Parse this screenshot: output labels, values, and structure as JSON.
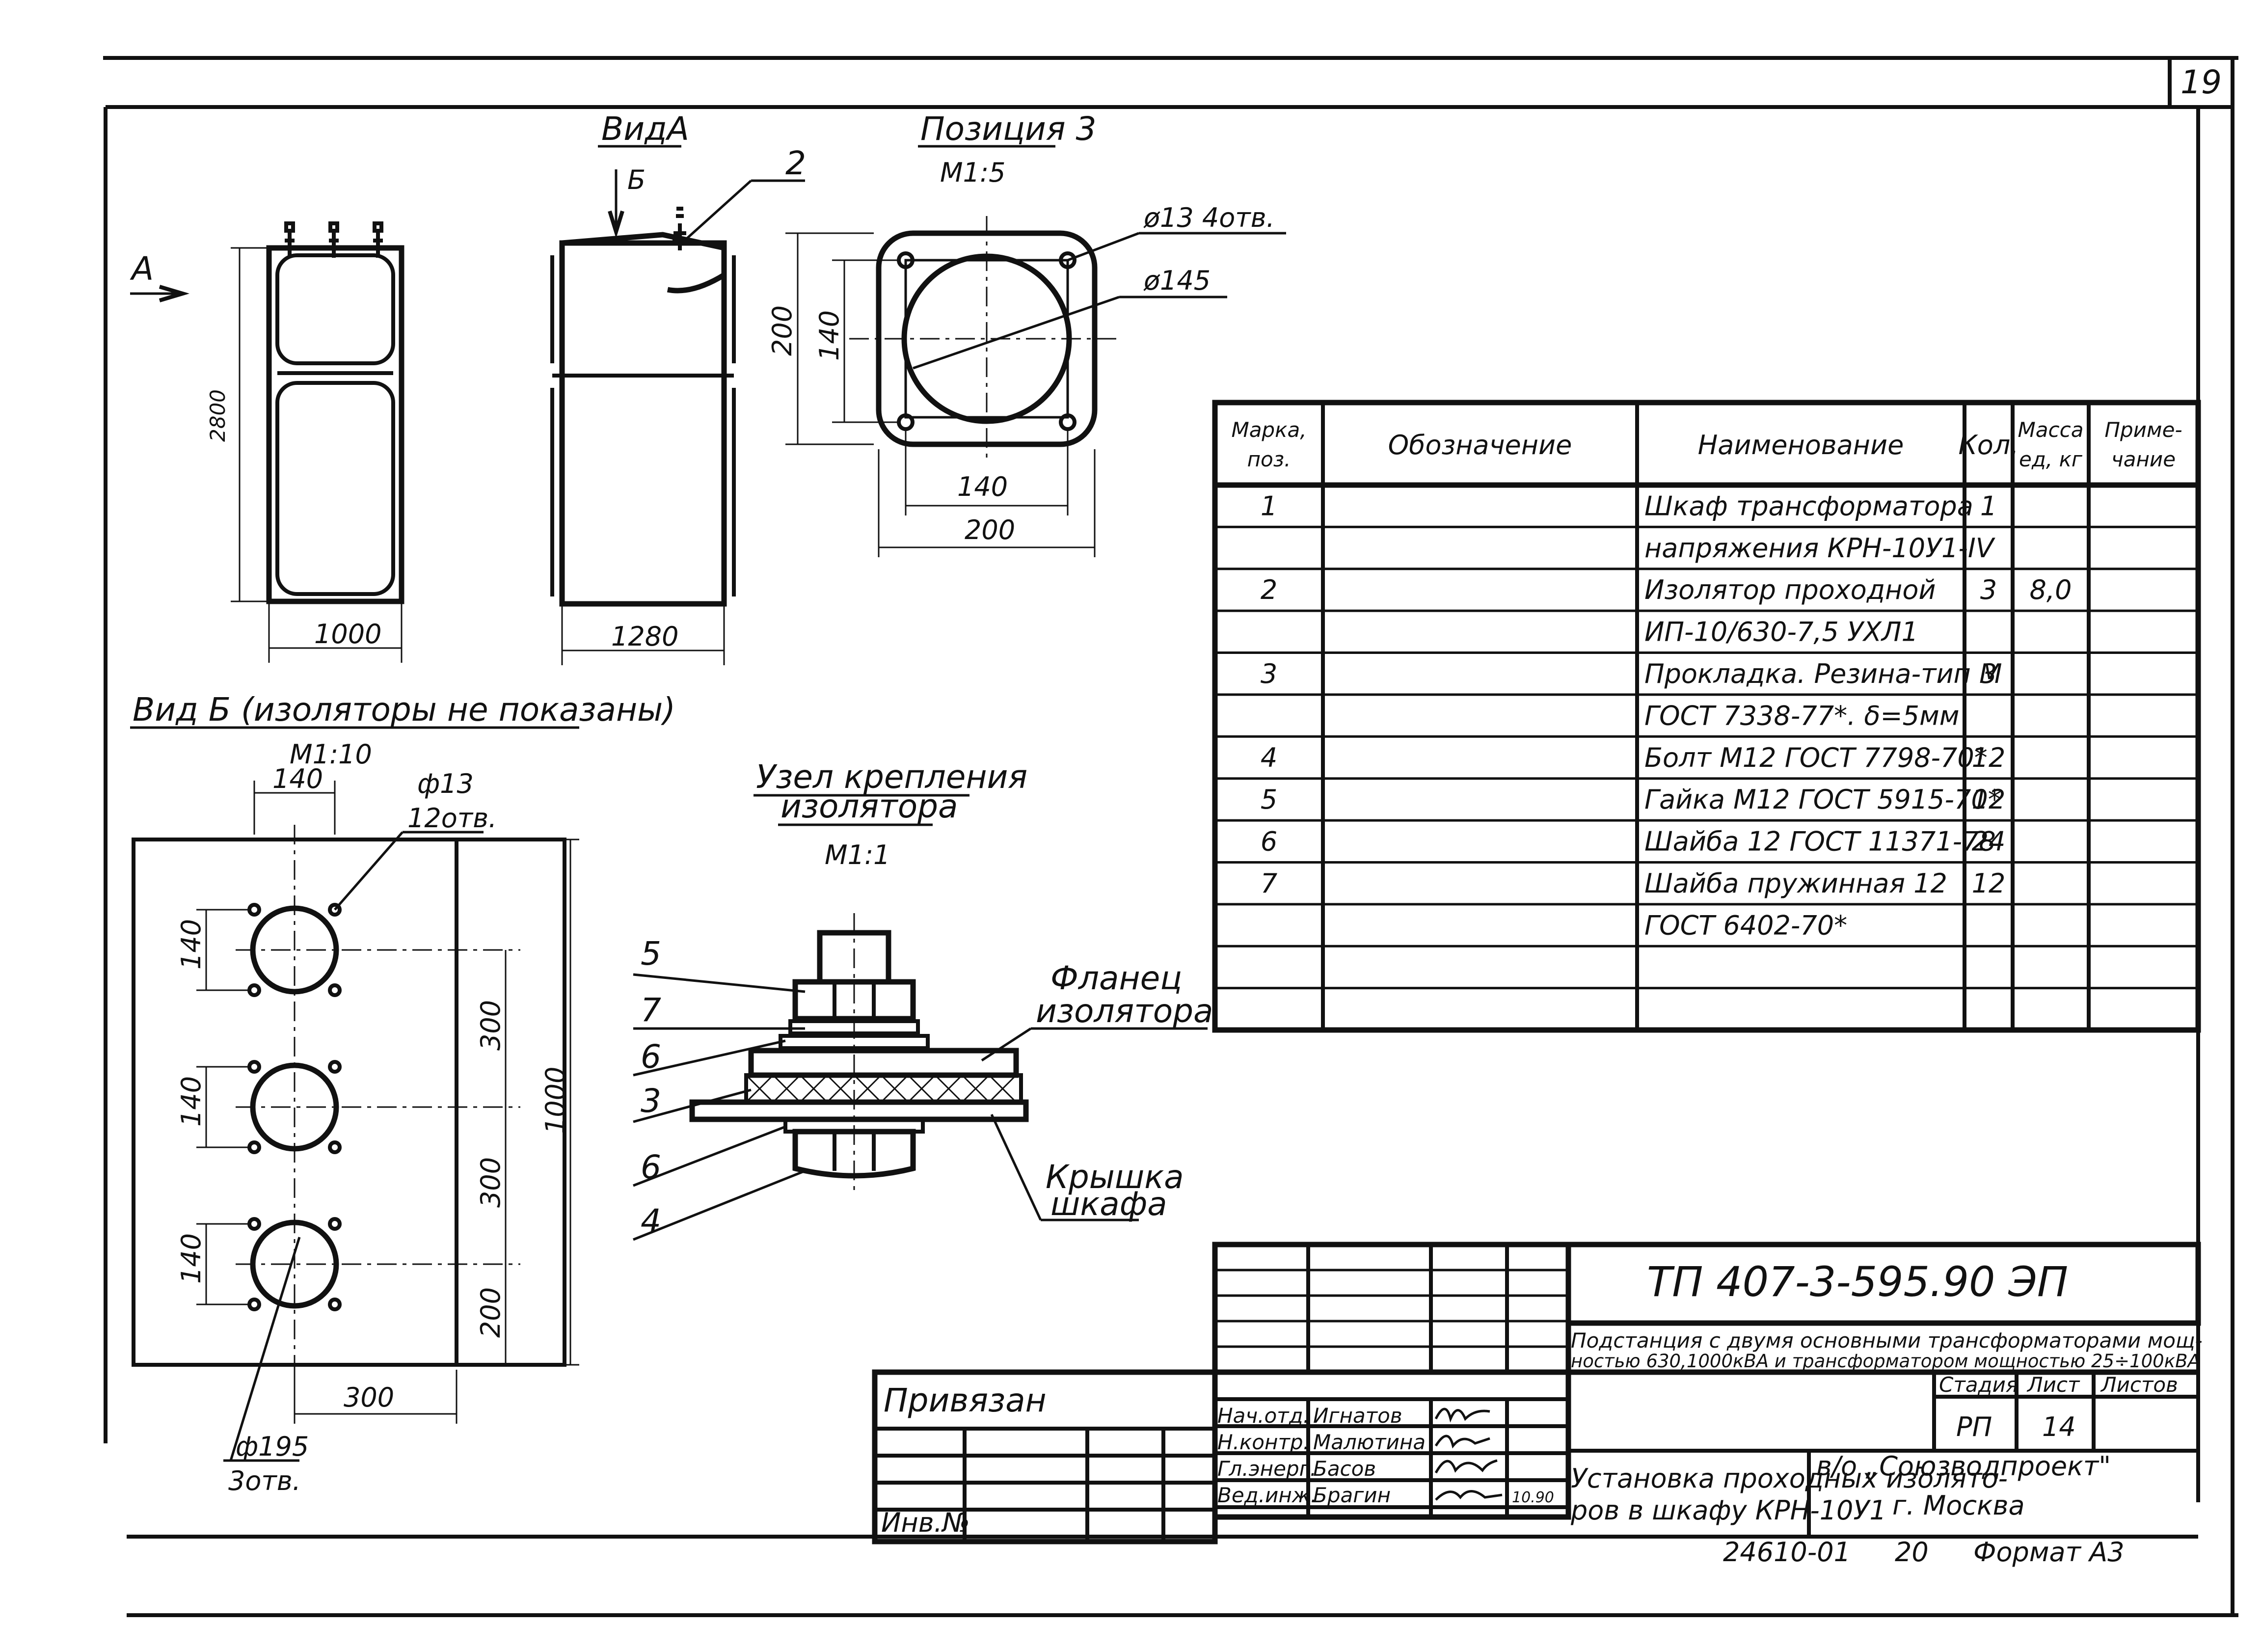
{
  "page_number": "19",
  "views": {
    "view_a": {
      "title": "ВидА",
      "arrow_a": "А",
      "arrow_b": "Б",
      "callout": "2",
      "dim_height": "2800",
      "dim_width_front": "1000",
      "dim_width_side": "1280"
    },
    "position3": {
      "title": "Позиция 3",
      "scale": "М1:5",
      "holes": "ø13 4отв.",
      "diameter": "ø145",
      "dim_outer_v": "200",
      "dim_inner_v": "140",
      "dim_inner_h": "140",
      "dim_outer_h": "200"
    },
    "view_b": {
      "title": "Вид Б (изоляторы не показаны)",
      "scale": "М1:10",
      "dim_top": "140",
      "holes": "ф13",
      "holes_count": "12отв.",
      "dim_140_1": "140",
      "dim_140_2": "140",
      "dim_140_3": "140",
      "dim_300_1": "300",
      "dim_300_2": "300",
      "dim_200": "200",
      "dim_1000": "1000",
      "dim_bottom": "300",
      "big_holes": "ф195",
      "big_holes_count": "3отв."
    },
    "mount_node": {
      "title_line1": "Узел крепления",
      "title_line2": "изолятора",
      "scale": "М1:1",
      "flange_line1": "Фланец",
      "flange_line2": "изолятора",
      "cover_line1": "Крышка",
      "cover_line2": "шкафа",
      "callouts": [
        "5",
        "7",
        "6",
        "3",
        "6",
        "4"
      ]
    }
  },
  "spec_table": {
    "headers": [
      "Марка, поз.",
      "Обозначение",
      "Наименование",
      "Кол.",
      "Масса ед, кг",
      "Примечание"
    ],
    "header_lines": [
      [
        "Марка,",
        "поз."
      ],
      [
        "Обозначение"
      ],
      [
        "Наименование"
      ],
      [
        "Кол."
      ],
      [
        "Масса",
        "ед, кг"
      ],
      [
        "Приме-",
        "чание"
      ]
    ],
    "rows": [
      {
        "pos": "1",
        "name": "Шкаф трансформатора",
        "qty": "1",
        "mass": ""
      },
      {
        "pos": "",
        "name": "напряжения КРН-10У1-IV",
        "qty": "",
        "mass": ""
      },
      {
        "pos": "2",
        "name": "Изолятор проходной",
        "qty": "3",
        "mass": "8,0"
      },
      {
        "pos": "",
        "name": "ИП-10/630-7,5 УХЛ1",
        "qty": "",
        "mass": ""
      },
      {
        "pos": "3",
        "name": "Прокладка. Резина-тип М",
        "qty": "3",
        "mass": ""
      },
      {
        "pos": "",
        "name": "ГОСТ 7338-77*. δ=5мм",
        "qty": "",
        "mass": ""
      },
      {
        "pos": "4",
        "name": "Болт М12 ГОСТ 7798-70*",
        "qty": "12",
        "mass": ""
      },
      {
        "pos": "5",
        "name": "Гайка М12 ГОСТ 5915-70*",
        "qty": "12",
        "mass": ""
      },
      {
        "pos": "6",
        "name": "Шайба 12 ГОСТ 11371-78",
        "qty": "24",
        "mass": ""
      },
      {
        "pos": "7",
        "name": "Шайба пружинная 12",
        "qty": "12",
        "mass": ""
      },
      {
        "pos": "",
        "name": "ГОСТ 6402-70*",
        "qty": "",
        "mass": ""
      },
      {
        "pos": "",
        "name": "",
        "qty": "",
        "mass": ""
      },
      {
        "pos": "",
        "name": "",
        "qty": "",
        "mass": ""
      }
    ]
  },
  "title_block": {
    "code": "ТП 407-3-595.90 ЭП",
    "project_line1": "Подстанция с двумя основными трансформаторами мощ-",
    "project_line2": "ностью 630,1000кВА и трансформатором мощностью 25÷100кВА",
    "privyazan": "Привязан",
    "inv": "Инв.№",
    "stage_label": "Стадия",
    "sheet_label": "Лист",
    "sheets_label": "Листов",
    "stage": "РП",
    "sheet": "14",
    "roles": [
      "Нач.отд.",
      "Н.контр.",
      "Гл.энерг.",
      "Вед.инж."
    ],
    "names": [
      "Игнатов",
      "Малютина",
      "Басов",
      "Брагин"
    ],
    "date": "10.90",
    "drawing_title_line1": "Установка проходных изолято-",
    "drawing_title_line2": "ров в шкафу КРН-10У1",
    "org_line1": "в/о „Союзводпроект\"",
    "org_line2": "г. Москва",
    "archive": "24610-01",
    "copy_no": "20",
    "format": "Формат А3"
  }
}
